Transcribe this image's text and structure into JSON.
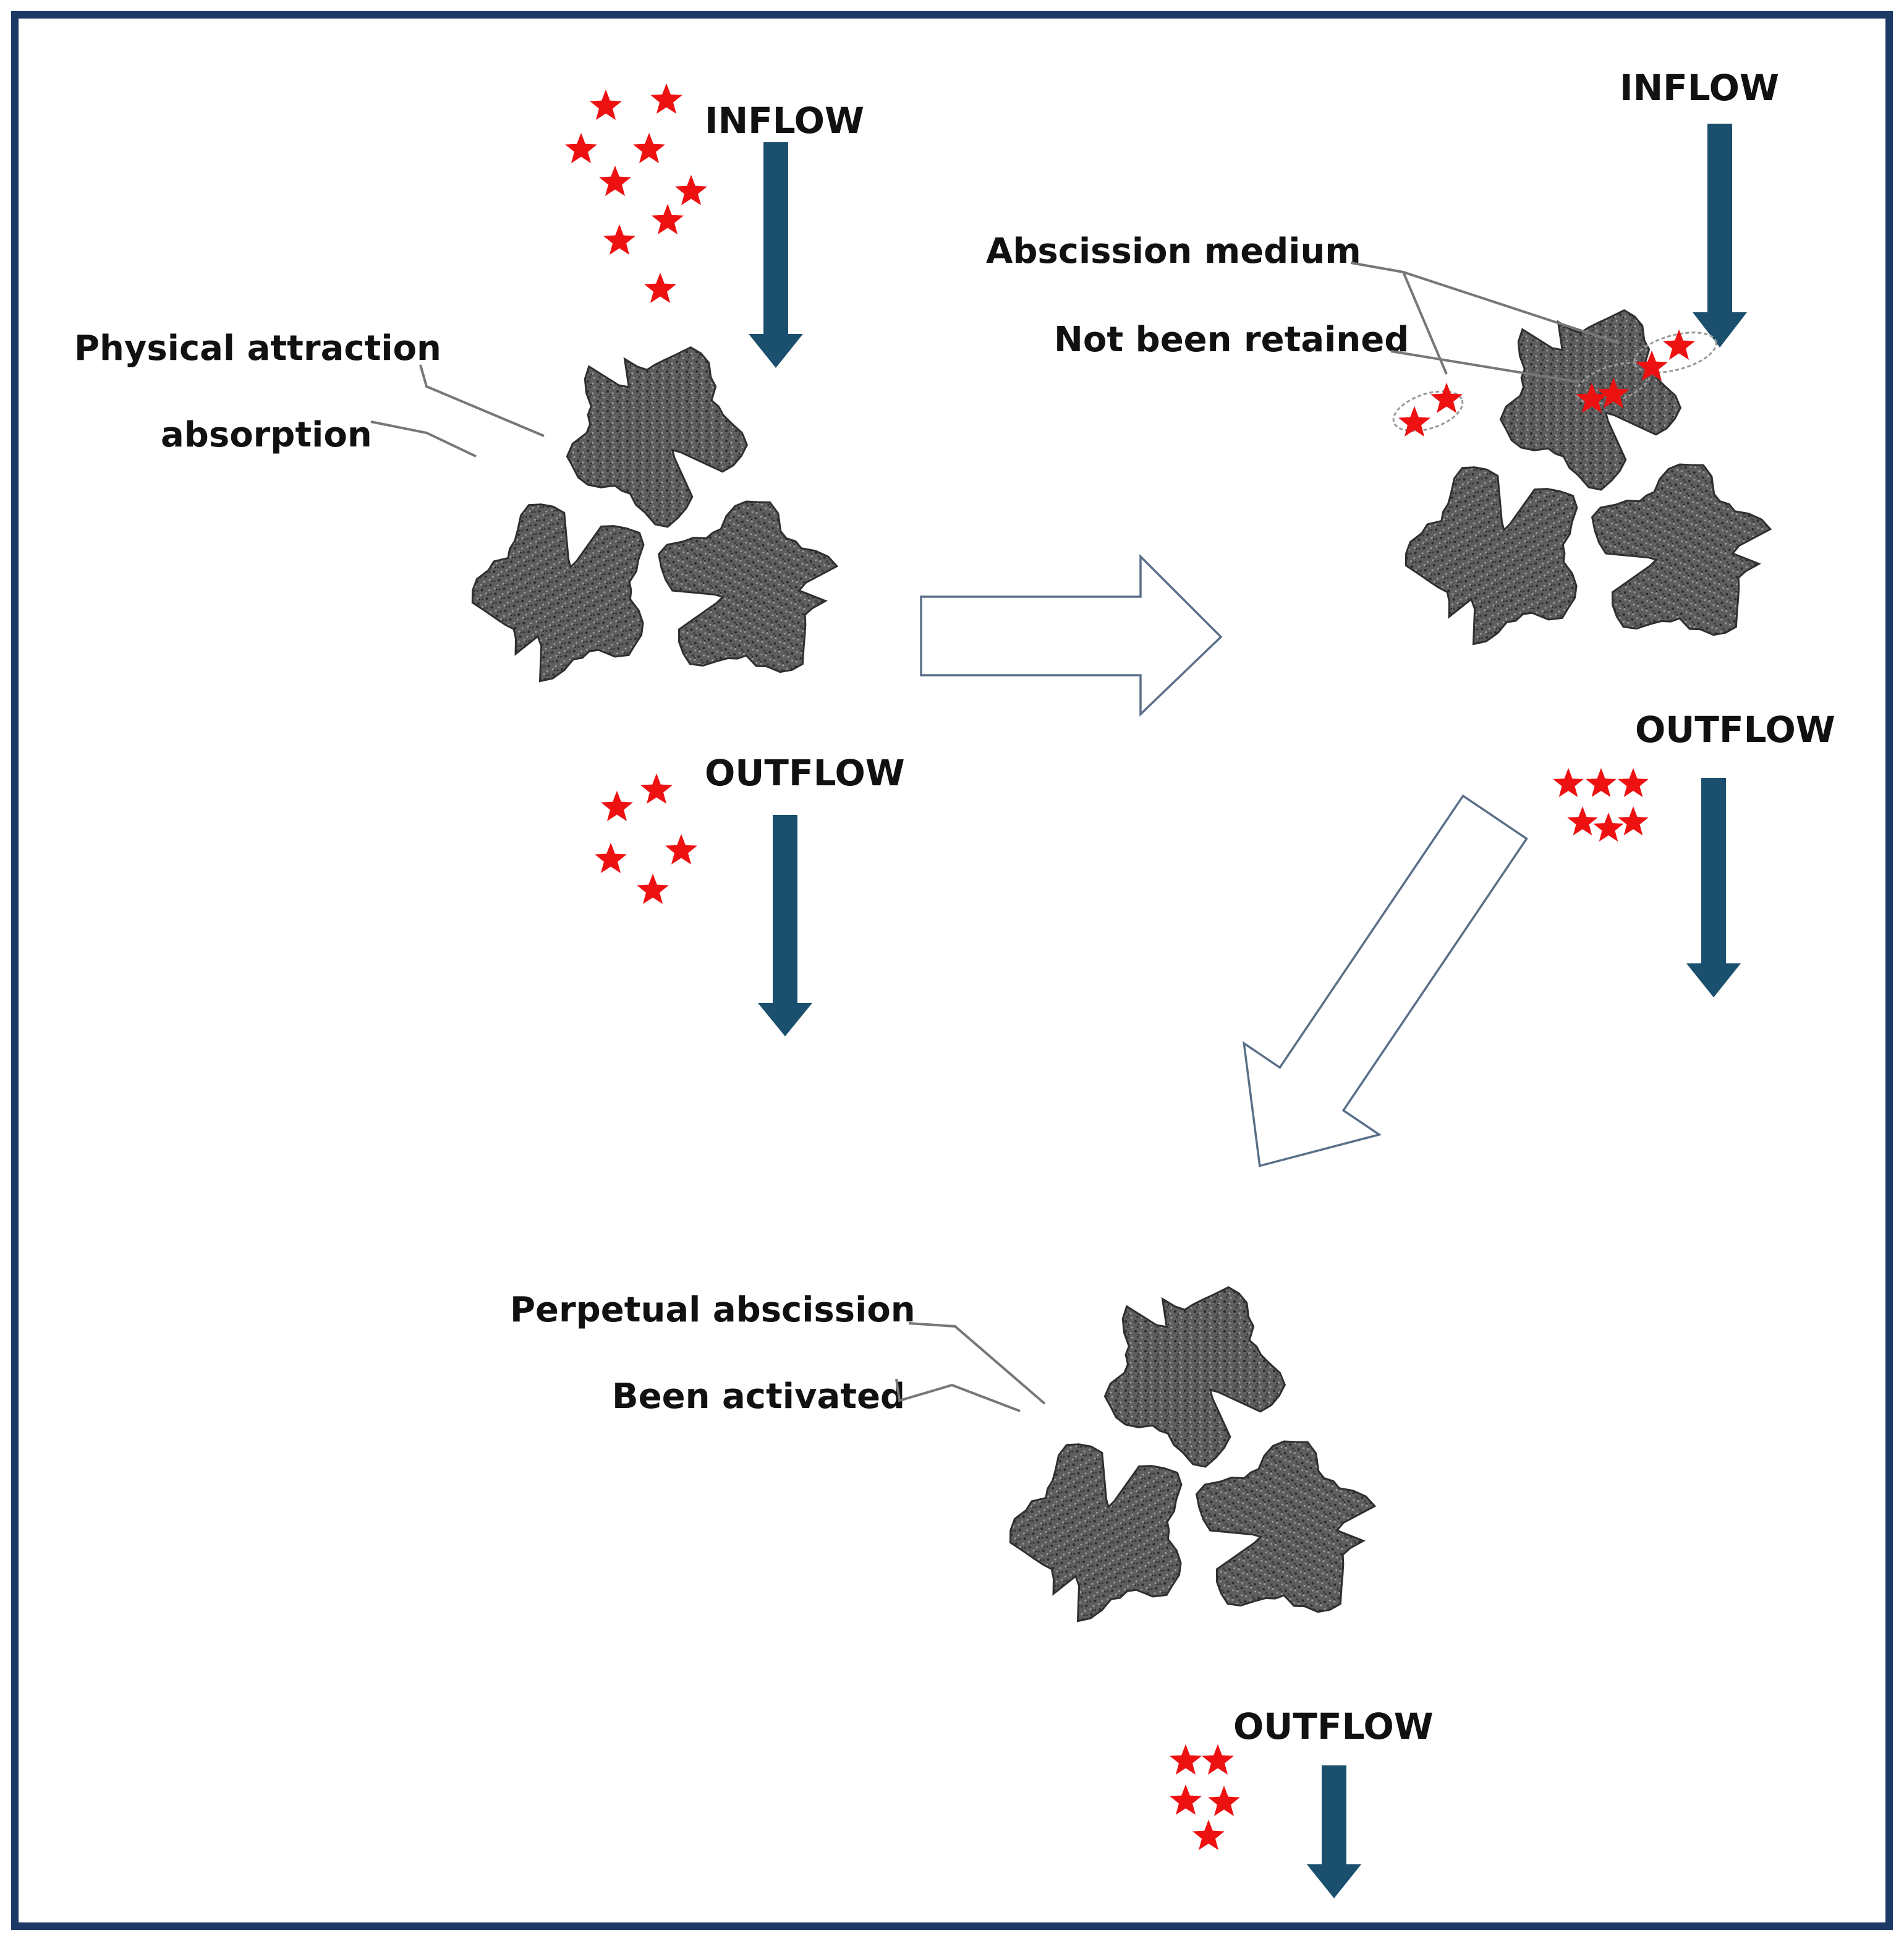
{
  "colors": {
    "frame": "#1d3a66",
    "flow_arrow": "#1b4f6e",
    "star": "#ee1111",
    "particle": "#5e5e5e",
    "transition_arrow": "#5a7088"
  },
  "panels": {
    "top_left": {
      "inflow_label": "INFLOW",
      "outflow_label": "OUTFLOW",
      "callout_physical": "Physical attraction",
      "callout_absorption": "absorption"
    },
    "top_right": {
      "inflow_label": "INFLOW",
      "outflow_label": "OUTFLOW",
      "callout_medium": "Abscission medium",
      "callout_retained": "Not been retained"
    },
    "bottom": {
      "outflow_label": "OUTFLOW",
      "callout_perpetual": "Perpetual abscission",
      "callout_activated": "Been activated"
    }
  },
  "icons": {
    "flow_arrow": "down-arrow-icon",
    "transition_arrow": "outline-arrow-icon",
    "contaminant": "star-icon",
    "particle": "adsorbent-particle-icon"
  }
}
